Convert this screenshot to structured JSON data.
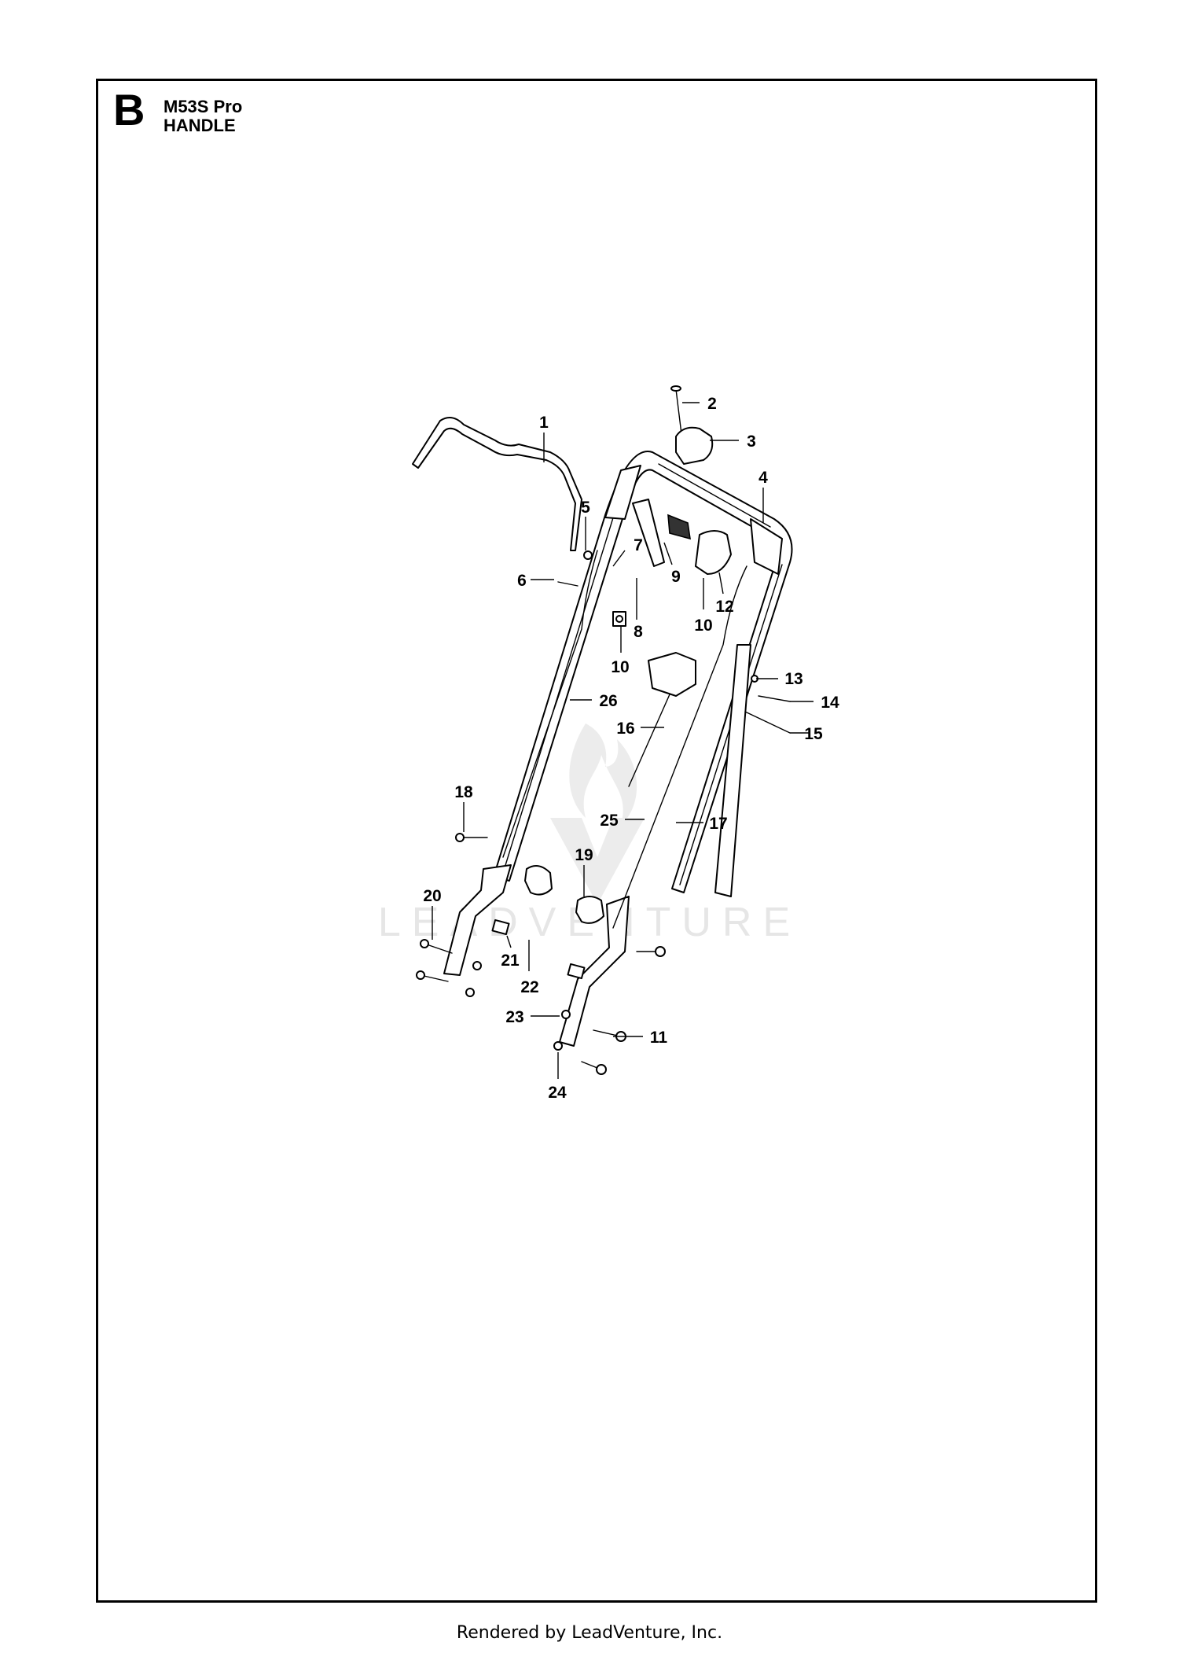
{
  "section": {
    "letter": "B",
    "model": "M53S Pro",
    "title": "HANDLE"
  },
  "watermark": {
    "text": "LEADVENTURE"
  },
  "callouts": [
    {
      "id": "1",
      "label": "1"
    },
    {
      "id": "2",
      "label": "2"
    },
    {
      "id": "3",
      "label": "3"
    },
    {
      "id": "4",
      "label": "4"
    },
    {
      "id": "5",
      "label": "5"
    },
    {
      "id": "6",
      "label": "6"
    },
    {
      "id": "7",
      "label": "7"
    },
    {
      "id": "8",
      "label": "8"
    },
    {
      "id": "9",
      "label": "9"
    },
    {
      "id": "10a",
      "label": "10"
    },
    {
      "id": "10b",
      "label": "10"
    },
    {
      "id": "11",
      "label": "11"
    },
    {
      "id": "12",
      "label": "12"
    },
    {
      "id": "13",
      "label": "13"
    },
    {
      "id": "14",
      "label": "14"
    },
    {
      "id": "15",
      "label": "15"
    },
    {
      "id": "16",
      "label": "16"
    },
    {
      "id": "17",
      "label": "17"
    },
    {
      "id": "18",
      "label": "18"
    },
    {
      "id": "19",
      "label": "19"
    },
    {
      "id": "20",
      "label": "20"
    },
    {
      "id": "21",
      "label": "21"
    },
    {
      "id": "22",
      "label": "22"
    },
    {
      "id": "23",
      "label": "23"
    },
    {
      "id": "24",
      "label": "24"
    },
    {
      "id": "25",
      "label": "25"
    },
    {
      "id": "26",
      "label": "26"
    }
  ],
  "footer": {
    "text": "Rendered by LeadVenture, Inc."
  }
}
